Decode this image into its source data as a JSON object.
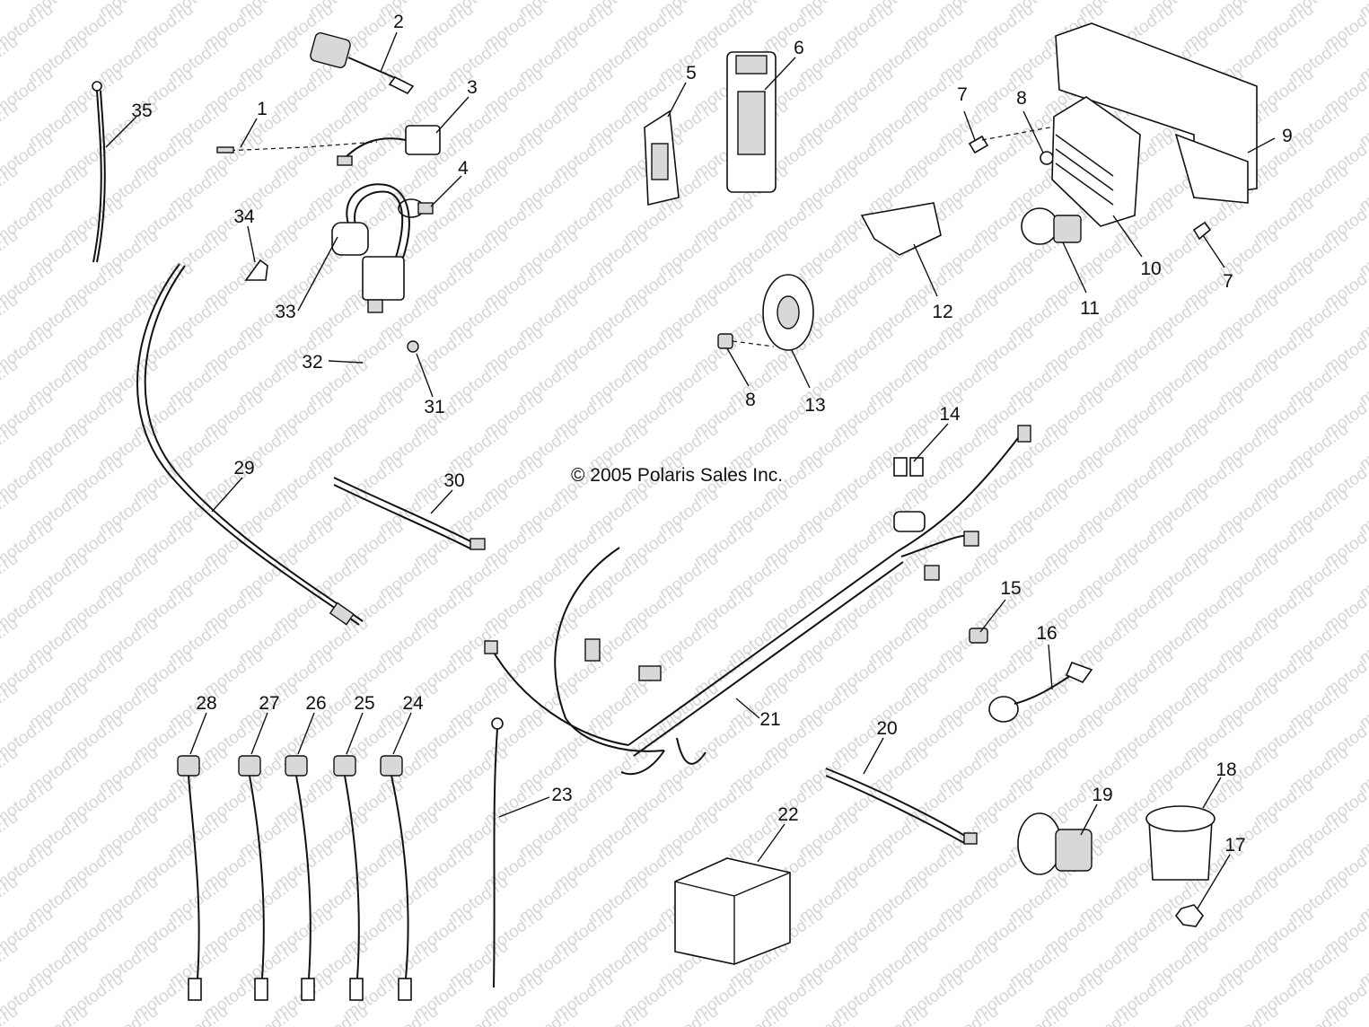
{
  "copyright": "© 2005 Polaris Sales Inc.",
  "watermark": "motod.ru",
  "callouts": [
    "1",
    "2",
    "3",
    "4",
    "5",
    "6",
    "7",
    "7",
    "8",
    "8",
    "9",
    "10",
    "11",
    "12",
    "13",
    "14",
    "15",
    "16",
    "17",
    "18",
    "19",
    "20",
    "21",
    "22",
    "23",
    "24",
    "25",
    "26",
    "27",
    "28",
    "29",
    "30",
    "31",
    "32",
    "33",
    "34",
    "35"
  ]
}
